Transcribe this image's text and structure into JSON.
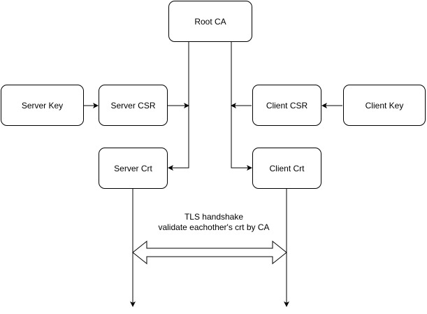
{
  "diagram": {
    "nodes": {
      "root_ca": "Root CA",
      "server_key": "Server Key",
      "server_csr": "Server CSR",
      "client_csr": "Client CSR",
      "client_key": "Client Key",
      "server_crt": "Server Crt",
      "client_crt": "Client Crt"
    },
    "caption": {
      "line1": "TLS handshake",
      "line2": "validate eachother's crt by CA"
    },
    "colors": {
      "stroke": "#000000",
      "fill": "#ffffff"
    }
  }
}
